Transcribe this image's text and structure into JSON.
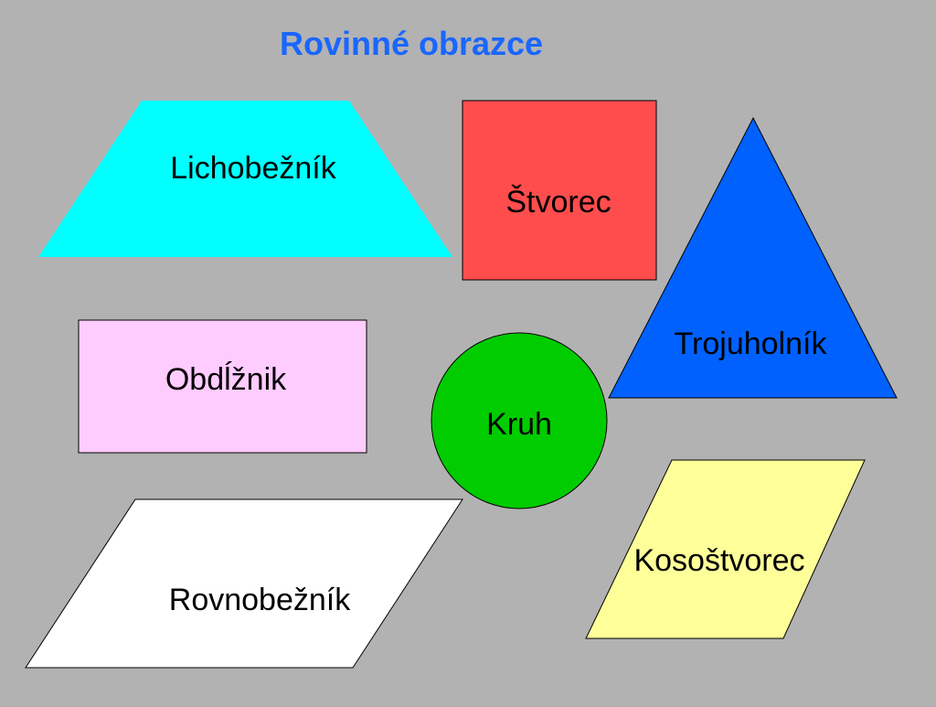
{
  "title": "Rovinné obrazce",
  "colors": {
    "background": "#b2b2b2",
    "title": "#1a66ff",
    "outline": "#000000"
  },
  "shapes": {
    "trapezoid": {
      "label": "Lichobežník",
      "color": "#00ffff"
    },
    "square": {
      "label": "Štvorec",
      "color": "#ff4d4d"
    },
    "triangle": {
      "label": "Trojuholník",
      "color": "#0061ff"
    },
    "rectangle": {
      "label": "Obdĺžnik",
      "color": "#ffccff"
    },
    "circle": {
      "label": "Kruh",
      "color": "#00cc00"
    },
    "parallelogram": {
      "label": "Rovnobežník",
      "color": "#ffffff"
    },
    "rhombus": {
      "label": "Kosoštvorec",
      "color": "#ffff99"
    }
  }
}
